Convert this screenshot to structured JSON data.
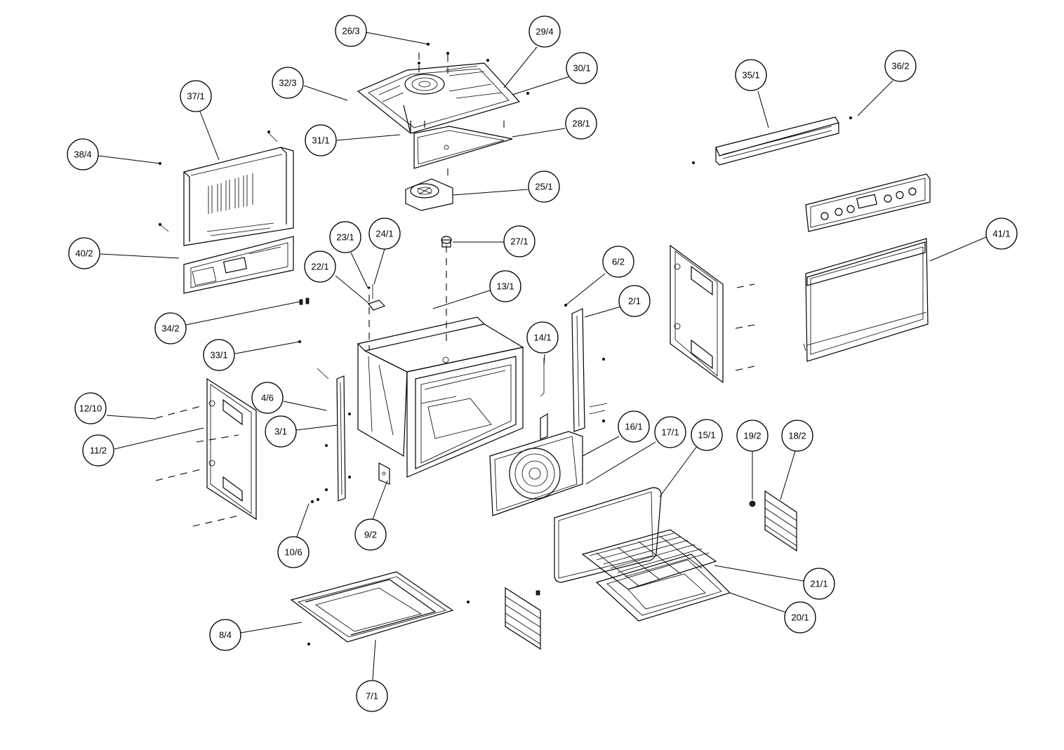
{
  "diagram": {
    "colors": {
      "line": "#000000",
      "background": "#ffffff"
    },
    "callouts": [
      {
        "id": "c-26-3",
        "label": "26/3"
      },
      {
        "id": "c-29-4",
        "label": "29/4"
      },
      {
        "id": "c-30-1",
        "label": "30/1"
      },
      {
        "id": "c-32-3",
        "label": "32/3"
      },
      {
        "id": "c-37-1",
        "label": "37/1"
      },
      {
        "id": "c-31-1",
        "label": "31/1"
      },
      {
        "id": "c-28-1",
        "label": "28/1"
      },
      {
        "id": "c-38-4",
        "label": "38/4"
      },
      {
        "id": "c-25-1",
        "label": "25/1"
      },
      {
        "id": "c-35-1",
        "label": "35/1"
      },
      {
        "id": "c-36-2",
        "label": "36/2"
      },
      {
        "id": "c-40-2",
        "label": "40/2"
      },
      {
        "id": "c-23-1",
        "label": "23/1"
      },
      {
        "id": "c-24-1",
        "label": "24/1"
      },
      {
        "id": "c-27-1",
        "label": "27/1"
      },
      {
        "id": "c-41-1",
        "label": "41/1"
      },
      {
        "id": "c-22-1",
        "label": "22/1"
      },
      {
        "id": "c-13-1",
        "label": "13/1"
      },
      {
        "id": "c-6-2",
        "label": "6/2"
      },
      {
        "id": "c-2-1",
        "label": "2/1"
      },
      {
        "id": "c-34-2",
        "label": "34/2"
      },
      {
        "id": "c-14-1",
        "label": "14/1"
      },
      {
        "id": "c-33-1",
        "label": "33/1"
      },
      {
        "id": "c-4-6",
        "label": "4/6"
      },
      {
        "id": "c-12-10",
        "label": "12/10"
      },
      {
        "id": "c-3-1",
        "label": "3/1"
      },
      {
        "id": "c-16-1",
        "label": "16/1"
      },
      {
        "id": "c-17-1",
        "label": "17/1"
      },
      {
        "id": "c-15-1",
        "label": "15/1"
      },
      {
        "id": "c-19-2",
        "label": "19/2"
      },
      {
        "id": "c-18-2",
        "label": "18/2"
      },
      {
        "id": "c-11-2",
        "label": "11/2"
      },
      {
        "id": "c-9-2",
        "label": "9/2"
      },
      {
        "id": "c-10-6",
        "label": "10/6"
      },
      {
        "id": "c-21-1",
        "label": "21/1"
      },
      {
        "id": "c-20-1",
        "label": "20/1"
      },
      {
        "id": "c-8-4",
        "label": "8/4"
      },
      {
        "id": "c-7-1",
        "label": "7/1"
      }
    ]
  }
}
